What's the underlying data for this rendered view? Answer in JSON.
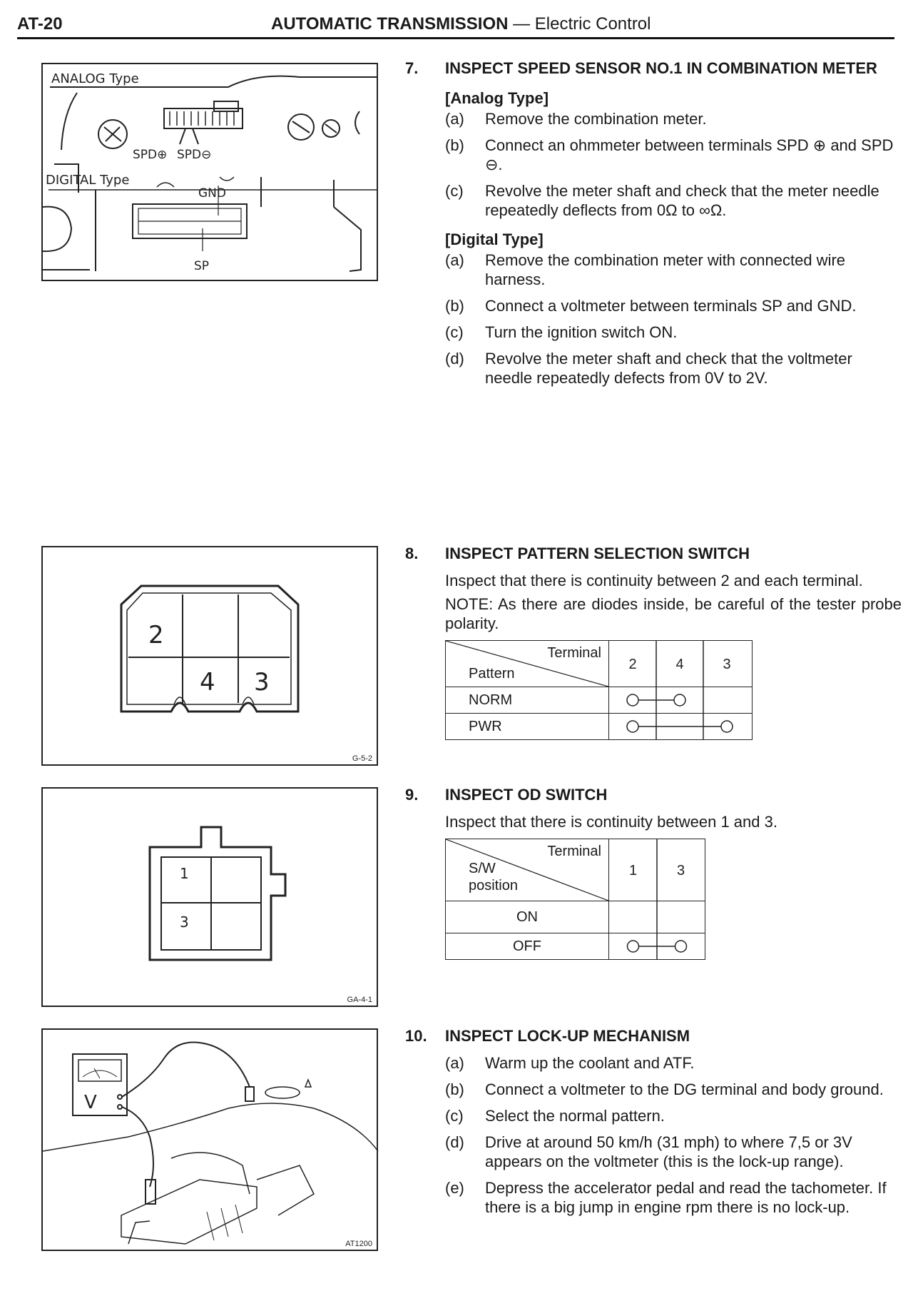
{
  "header": {
    "page": "AT-20",
    "title_bold": "AUTOMATIC TRANSMISSION",
    "title_rest": " — Electric Control"
  },
  "fig1": {
    "analog_label": "ANALOG Type",
    "digital_label": "DIGITAL Type",
    "spd_plus": "SPD⊕",
    "spd_minus": "SPD⊖",
    "gnd": "GND",
    "sp": "SP"
  },
  "fig2": {
    "term_2": "2",
    "term_4": "4",
    "term_3": "3",
    "code": "G-5-2"
  },
  "fig3": {
    "term_1": "1",
    "term_3": "3",
    "code": "GA-4-1"
  },
  "fig4": {
    "meter_label": "V",
    "code": "AT1200"
  },
  "s7": {
    "num": "7.",
    "title": "INSPECT SPEED SENSOR NO.1 IN COMBINATION METER",
    "analog_heading": "[Analog Type]",
    "analog_steps": [
      {
        "label": "(a)",
        "text": "Remove the combination meter."
      },
      {
        "label": "(b)",
        "text": "Connect an ohmmeter between terminals SPD ⊕ and SPD ⊖."
      },
      {
        "label": "(c)",
        "text": "Revolve the meter shaft and check that the meter needle repeatedly deflects from 0Ω to ∞Ω."
      }
    ],
    "digital_heading": "[Digital Type]",
    "digital_steps": [
      {
        "label": "(a)",
        "text": "Remove the combination meter with connected wire harness."
      },
      {
        "label": "(b)",
        "text": "Connect a voltmeter between terminals SP and GND."
      },
      {
        "label": "(c)",
        "text": "Turn the ignition switch ON."
      },
      {
        "label": "(d)",
        "text": "Revolve the meter shaft and check that the voltmeter needle repeatedly defects from 0V to 2V."
      }
    ]
  },
  "s8": {
    "num": "8.",
    "title": "INSPECT PATTERN SELECTION SWITCH",
    "para1": "Inspect that there is continuity between 2 and each terminal.",
    "note": "NOTE:   As there are diodes inside, be careful of the tester probe polarity.",
    "table": {
      "header_terminal": "Terminal",
      "header_pattern": "Pattern",
      "columns": [
        "2",
        "4",
        "3"
      ],
      "rows": [
        {
          "label": "NORM",
          "from": 0,
          "to": 1
        },
        {
          "label": "PWR",
          "from": 0,
          "to": 2
        }
      ]
    }
  },
  "s9": {
    "num": "9.",
    "title": "INSPECT OD SWITCH",
    "para1": "Inspect that there is continuity between 1 and 3.",
    "table": {
      "header_terminal": "Terminal",
      "header_sw": "S/W",
      "header_position": "position",
      "columns": [
        "1",
        "3"
      ],
      "rows": [
        {
          "label": "ON",
          "from": null,
          "to": null
        },
        {
          "label": "OFF",
          "from": 0,
          "to": 1
        }
      ]
    }
  },
  "s10": {
    "num": "10.",
    "title": "INSPECT LOCK-UP MECHANISM",
    "steps": [
      {
        "label": "(a)",
        "text": "Warm up the coolant and ATF."
      },
      {
        "label": "(b)",
        "text": "Connect a voltmeter to the DG terminal and body ground."
      },
      {
        "label": "(c)",
        "text": "Select the normal pattern."
      },
      {
        "label": "(d)",
        "text": "Drive at around 50 km/h (31 mph) to where 7,5 or 3V appears on the voltmeter (this is the lock-up range)."
      },
      {
        "label": "(e)",
        "text": "Depress the accelerator pedal and read the tachometer. If there is a big jump in engine rpm there is no lock-up."
      }
    ]
  }
}
